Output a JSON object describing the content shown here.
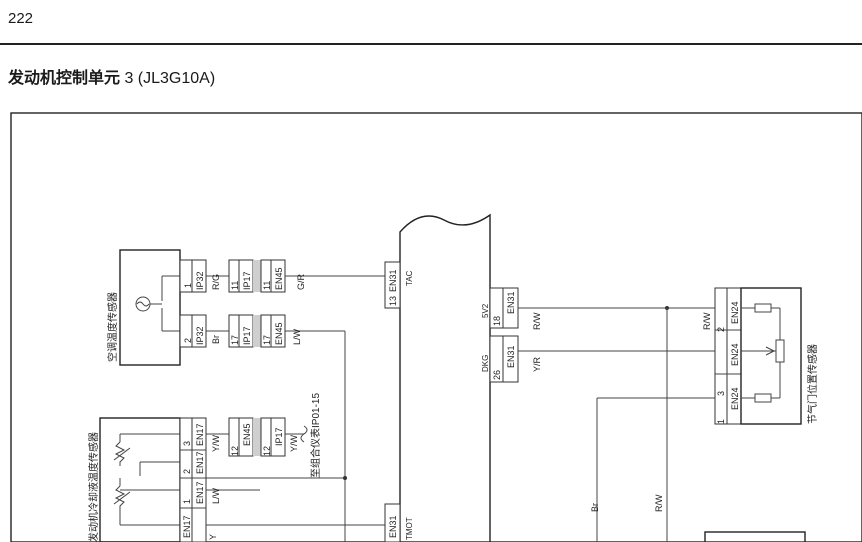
{
  "page_number": "222",
  "title": {
    "zh": "发动机控制单元",
    "suffix": " 3 (JL3G10A)"
  },
  "components": {
    "ac_sensor": "空调温度传感器",
    "coolant_sensor": "发动机冷却液温度传感器",
    "throttle_sensor": "节气门位置传感器"
  },
  "note_cluster": "至组合仪表IP01-15",
  "connectors": {
    "ip32": "IP32",
    "ip17": "IP17",
    "en45": "EN45",
    "en31": "EN31",
    "en24": "EN24",
    "en17": "EN17"
  },
  "pins": {
    "p1": "1",
    "p2": "2",
    "p3": "3",
    "p11": "11",
    "p12": "12",
    "p13": "13",
    "p17": "17",
    "p18": "18",
    "p26": "26"
  },
  "signals": {
    "tac": "TAC",
    "fivev2": "5V2",
    "dkg": "DKG",
    "tmot": "TMOT"
  },
  "wire_colors": {
    "rg": "R/G",
    "gr": "G/R",
    "br_b": "Br",
    "lw": "L/W",
    "yw": "Y/W",
    "rw": "R/W",
    "yr": "Y/R",
    "br": "Br",
    "y": "Y"
  }
}
